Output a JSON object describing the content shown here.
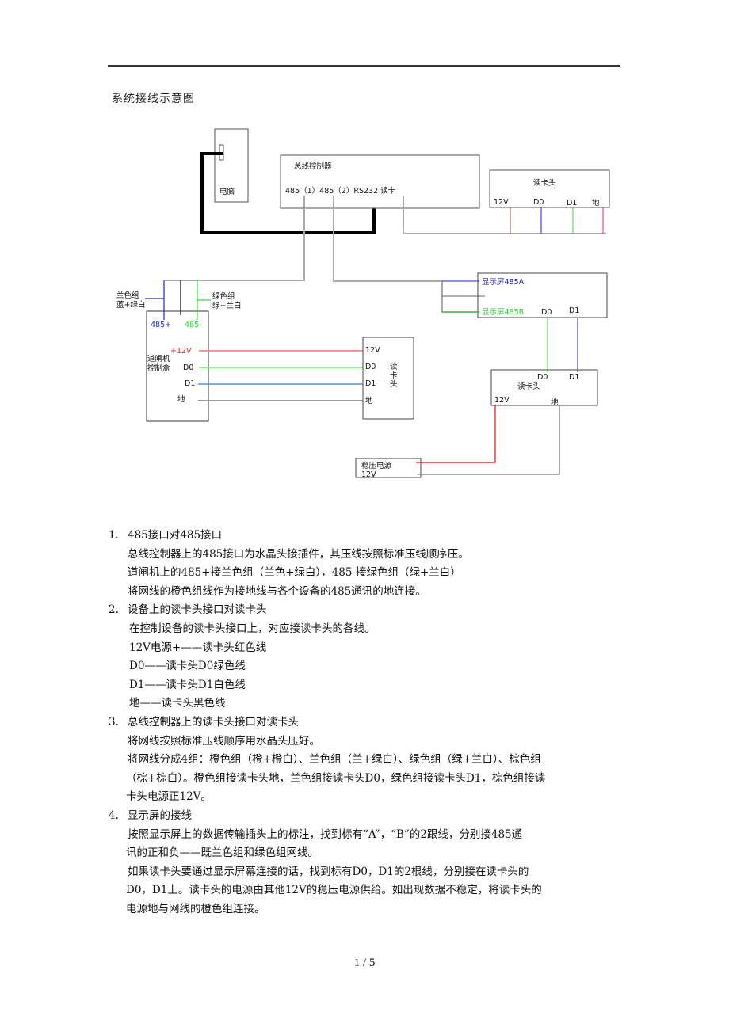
{
  "document": {
    "title": "系统接线示意图",
    "page_number": "1 / 5"
  },
  "diagram": {
    "pc": {
      "label": "电脑"
    },
    "bus_controller": {
      "title": "总线控制器",
      "ports": "485（1）485（2）RS232  读卡"
    },
    "reader_top": {
      "title": "读卡头",
      "pins": [
        "12V",
        "D0",
        "D1",
        "地"
      ]
    },
    "gate_box": {
      "title_line1": "道闸机",
      "title_line2": "控制盒",
      "port_485_plus": "485+",
      "port_485_minus": "485-",
      "pin_12v": "+12V",
      "pin_d0": "D0",
      "pin_d1": "D1",
      "pin_gnd": "地"
    },
    "blue_group": {
      "line1": "兰色组",
      "line2": "蓝+绿白"
    },
    "green_group": {
      "line1": "绿色组",
      "line2": "绿+兰白"
    },
    "reader_mid": {
      "pins": [
        "12V",
        "D0",
        "D1",
        "地"
      ],
      "title_chars": [
        "读",
        "卡",
        "头"
      ]
    },
    "display": {
      "port_a": "显示屏485A",
      "port_b": "显示屏485B",
      "pin_d0": "D0",
      "pin_d1": "D1"
    },
    "reader_bottom": {
      "title": "读卡头",
      "pin_d0": "D0",
      "pin_d1": "D1",
      "pin_12v": "12V",
      "pin_gnd": "地"
    },
    "power_supply": {
      "line1": "稳压电源",
      "line2": "12V"
    },
    "colors": {
      "red": "#e53030",
      "green": "#33dd33",
      "blue": "#2222cc",
      "light_blue": "#2a7fd0",
      "brown": "#a0522d",
      "magenta": "#e0209a",
      "gray_wire": "#aaaaaa",
      "black_wire": "#000000"
    }
  },
  "sections": [
    {
      "number": "1.",
      "heading": "485接口对485接口",
      "lines": [
        "总线控制器上的485接口为水晶头接插件，其压线按照标准压线顺序压。",
        "道闸机上的485+接兰色组（兰色+绿白），485-接绿色组（绿+兰白）",
        "将网线的橙色组线作为接地线与各个设备的485通讯的地连接。"
      ]
    },
    {
      "number": "2.",
      "heading": "设备上的读卡头接口对读卡头",
      "lines": [
        "在控制设备的读卡头接口上，对应接读卡头的各线。",
        "12V电源+——读卡头红色线",
        "D0——读卡头D0绿色线",
        "D1——读卡头D1白色线",
        "地——读卡头黑色线"
      ]
    },
    {
      "number": "3.",
      "heading": "总线控制器上的读卡头接口对读卡头",
      "lines": [
        "将网线按照标准压线顺序用水晶头压好。",
        "将网线分成4组：橙色组（橙+橙白）、兰色组（兰+绿白）、绿色组（绿+兰白）、棕色组",
        "（棕+棕白）。橙色组接读卡头地，兰色组接读卡头D0，绿色组接读卡头D1，棕色组接读",
        "卡头电源正12V。"
      ]
    },
    {
      "number": "4.",
      "heading": "显示屏的接线",
      "lines": [
        "按照显示屏上的数据传输插头上的标注，找到标有“A”，“B”的2跟线，分别接485通",
        "讯的正和负——既兰色组和绿色组网线。",
        "如果读卡头要通过显示屏幕连接的话，找到标有D0，D1的2根线，分别接在读卡头的",
        "D0，D1上。读卡头的电源由其他12V的稳压电源供给。如出现数据不稳定，将读卡头的",
        "电源地与网线的橙色组连接。"
      ]
    }
  ]
}
